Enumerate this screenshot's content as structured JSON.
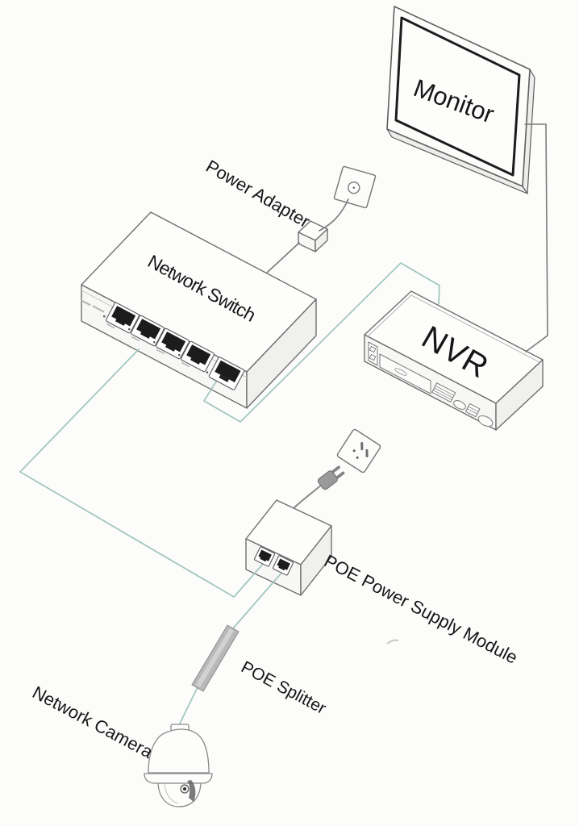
{
  "labels": {
    "monitor": "Monitor",
    "power_adapter": "Power Adapter",
    "network_switch": "Network Switch",
    "nvr": "NVR",
    "poe_power_supply_module": "POE Power Supply Module",
    "poe_splitter": "POE Splitter",
    "network_camera": "Network Camera"
  },
  "details": {
    "network_switch_port_count": 5,
    "poe_module_port_count": 2,
    "wall_outlet_count": 2
  },
  "connections": [
    {
      "from": "network-switch",
      "to": "nvr",
      "type": "network-cable"
    },
    {
      "from": "network-switch",
      "to": "poe-power-supply-module",
      "type": "network-cable"
    },
    {
      "from": "poe-power-supply-module",
      "to": "poe-splitter",
      "type": "network-cable"
    },
    {
      "from": "poe-splitter",
      "to": "network-camera",
      "type": "network-cable"
    },
    {
      "from": "power-adapter",
      "to": "network-switch",
      "type": "power-cable"
    },
    {
      "from": "power-adapter",
      "to": "wall-outlet-top",
      "type": "power-cable"
    },
    {
      "from": "poe-power-supply-module",
      "to": "power-plug",
      "type": "power-cord"
    },
    {
      "from": "monitor",
      "to": "nvr",
      "type": "video-cable"
    }
  ],
  "colors": {
    "network_cable": "#a3c7c0",
    "power_cable": "#7b7b7b",
    "device_outline": "#6f6f6f",
    "port_fill": "#1c1c1c",
    "splitter_fill": "#b8b8b8",
    "label_text": "#161616",
    "background": "#fcfcfb"
  }
}
